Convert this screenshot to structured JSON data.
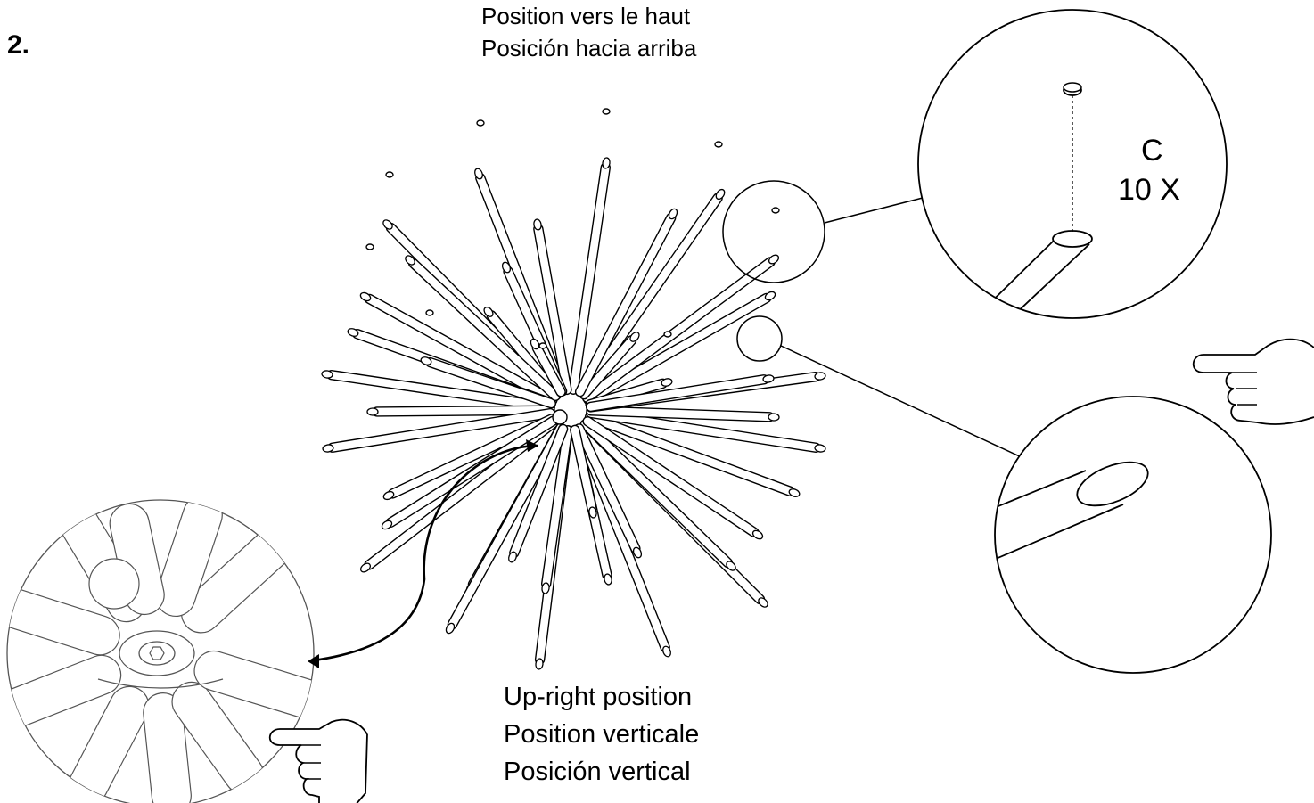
{
  "step": {
    "number": "2."
  },
  "top_caption": {
    "fr": "Position vers le haut",
    "es": "Posición hacia arriba"
  },
  "bottom_caption": {
    "en": "Up-right position",
    "fr": "Position verticale",
    "es": "Posición vertical"
  },
  "detail": {
    "part_letter": "C",
    "quantity": "10 X"
  },
  "icons": [
    "pointing-hand-icon",
    "double-arrow-icon"
  ],
  "colors": {
    "line": "#000000",
    "background": "#ffffff",
    "hub_detail": "#555555"
  }
}
